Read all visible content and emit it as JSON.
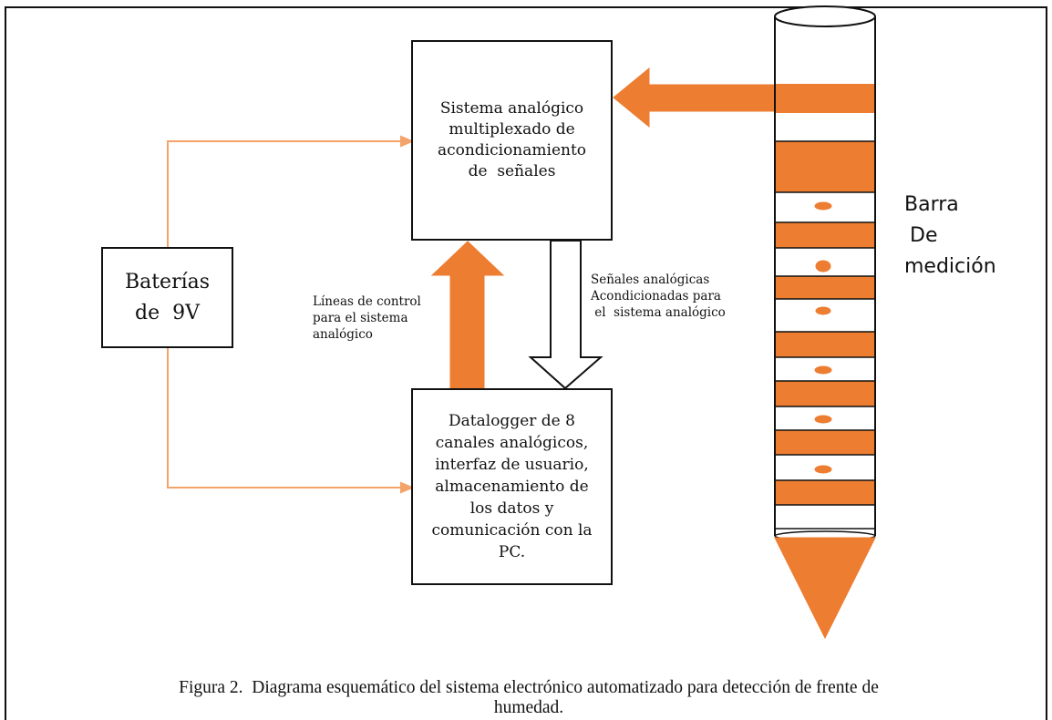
{
  "boxes": {
    "sistema": [
      "Sistema analógico",
      "multiplexado de",
      "acondicionamiento",
      "de  señales"
    ],
    "baterias": [
      "Baterías",
      "de  9V"
    ],
    "datalogger": [
      "Datalogger de 8",
      "canales analógicos,",
      "interfaz de usuario,",
      "almacenamiento de",
      "los datos y",
      "comunicación con la",
      "PC."
    ]
  },
  "labels": {
    "control": [
      "Líneas de control",
      "para el sistema",
      "analógico"
    ],
    "senales": [
      "Señales analógicas",
      "Acondicionadas para",
      " el  sistema analógico"
    ],
    "barra": [
      "Barra",
      "De",
      "medición"
    ]
  },
  "caption": [
    "Figura 2.  Diagrama esquemático del sistema electrónico automatizado para detección de frente de",
    "humedad."
  ],
  "colors": {
    "accent": "#ED7D31",
    "thin_line": "#F4A36A",
    "border": "#111111"
  }
}
